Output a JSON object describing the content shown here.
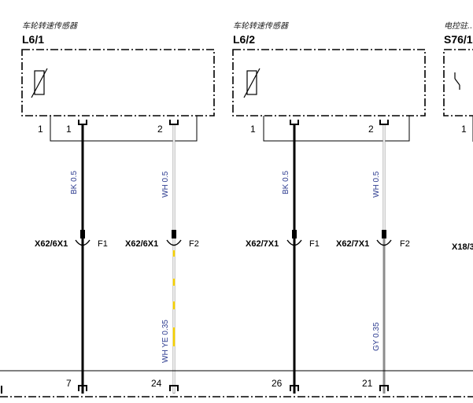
{
  "components": [
    {
      "name": "车轮转速传感器",
      "ref": "L6/1"
    },
    {
      "name": "车轮转速传感器",
      "ref": "L6/2"
    },
    {
      "name": "电控驻...",
      "ref": "S76/1"
    }
  ],
  "pins": {
    "l61_bracket_pin": "1",
    "l61_pin1": "1",
    "l61_pin2": "2",
    "l62_bracket_pin": "1",
    "l62_pin2": "2",
    "s761_pin": "1"
  },
  "wires": {
    "w1_spec": "BK 0.5",
    "w2_spec": "WH 0.5",
    "w2_lower_spec": "WH YE 0.35",
    "w3_spec": "BK 0.5",
    "w4_spec": "WH 0.5",
    "w4_lower_spec": "GY 0.35"
  },
  "connectors": {
    "c1_name": "X62/6X1",
    "c1_pin": "F1",
    "c2_name": "X62/6X1",
    "c2_pin": "F2",
    "c3_name": "X62/7X1",
    "c3_pin": "F1",
    "c4_name": "X62/7X1",
    "c4_pin": "F2",
    "c5_name": "X18/3"
  },
  "bottom_pins": [
    "7",
    "24",
    "26",
    "21"
  ],
  "colors": {
    "black_wire": "#000000",
    "white_wire_outline": "#9a9a9a",
    "yellow_trace": "#f5d000",
    "grey_wire": "#8c8c8c",
    "label_blue": "#2b3a8f"
  }
}
